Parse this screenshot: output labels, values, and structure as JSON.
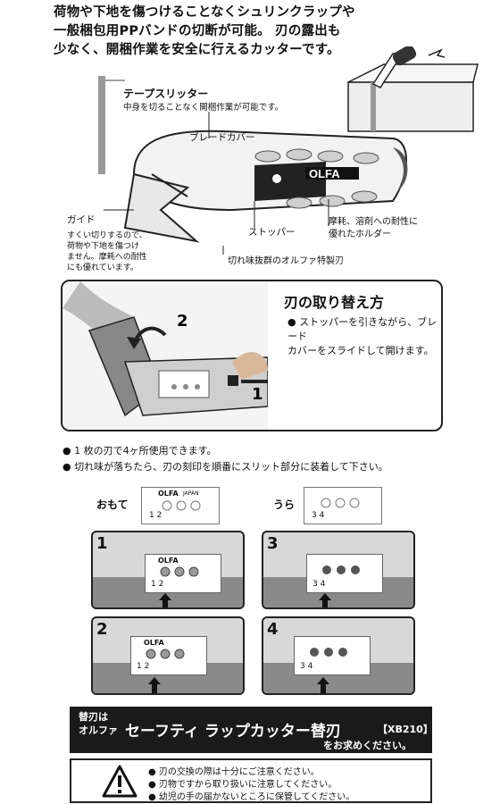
{
  "intro": {
    "line1": "荷物や下地を傷つけることなくシュリンクラップや",
    "line2": "一般梱包用PPバンドの切断が可能。 刃の露出も",
    "line3": "少なく、開梱作業を安全に行えるカッターです。"
  },
  "callouts": {
    "tape_slitter_title": "テープスリッター",
    "tape_slitter_desc": "中身を切ることなく開梱作業が可能です。",
    "blade_cover": "ブレードカバー",
    "guide": "ガイド",
    "guide_desc_1": "すくい切りするので、",
    "guide_desc_2": "荷物や下地を傷つけ",
    "guide_desc_3": "ません。摩耗への耐性",
    "guide_desc_4": "にも優れています。",
    "stopper": "ストッパー",
    "holder_1": "摩耗、溶剤への耐性に",
    "holder_2": "優れたホルダー",
    "blade": "切れ味抜群のオルファ特製刃",
    "brand": "OLFA"
  },
  "howto": {
    "title": "刃の取り替え方",
    "text_1": "● ストッパーを引きながら、ブレード",
    "text_2": "カバーをスライドして開けます。",
    "step1": "1",
    "step2": "2"
  },
  "bullets": [
    "● 1 枚の刃で4ヶ所使用できます。",
    "● 切れ味が落ちたら、刃の刻印を順番にスリット部分に装着して下さい。"
  ],
  "faces": {
    "front_label": "おもて",
    "back_label": "うら",
    "blade_brand": "OLFA",
    "blade_country": "JAPAN",
    "front_marks": "1  2",
    "back_marks": "3  4"
  },
  "panels": [
    {
      "num": "1",
      "marks": "1  2"
    },
    {
      "num": "3",
      "marks": "3  4"
    },
    {
      "num": "2",
      "marks": "1  2"
    },
    {
      "num": "4",
      "marks": "3  4"
    }
  ],
  "banner": {
    "line_a": "替刃は",
    "line_b": "オルファ",
    "product": "セーフティ ラップカッター替刃",
    "code": "【XB210】",
    "request": "をお求めください。"
  },
  "warnings": [
    "● 刃の交換の際は十分にご注意ください。",
    "● 刃物ですから取り扱いに注意してください。",
    "● 幼児の手の届かないところに保管してください。"
  ]
}
